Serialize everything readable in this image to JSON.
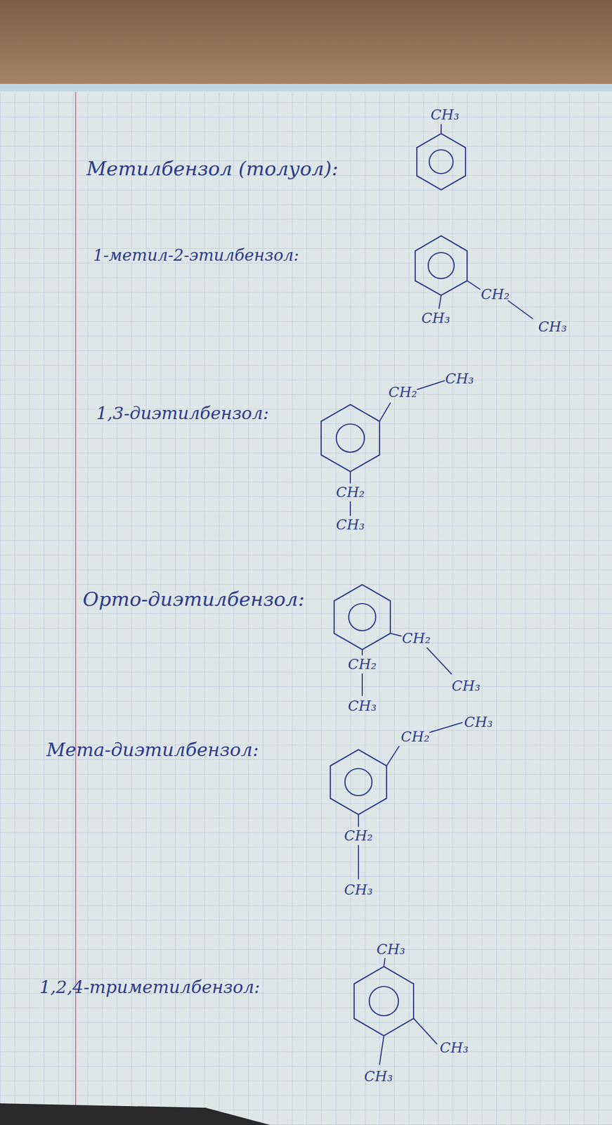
{
  "diagram": {
    "labels": [
      "CH₃",
      "Метилбензол (толуол):",
      "1-метил-2-этилбензол:",
      "CH₂",
      "CH₃",
      "CH₃",
      "1,3-диэтилбензол:",
      "CH₂",
      "CH₃",
      "CH₂",
      "CH₃",
      "Орто-диэтилбензол:",
      "CH₂",
      "CH₂",
      "CH₃",
      "CH₃",
      "CH₂",
      "CH₃",
      "Мета-диэтилбензол:",
      "CH₂",
      "CH₃",
      "CH₃",
      "1,2,4-триметилбензол:",
      "CH₃",
      "CH₃"
    ]
  }
}
